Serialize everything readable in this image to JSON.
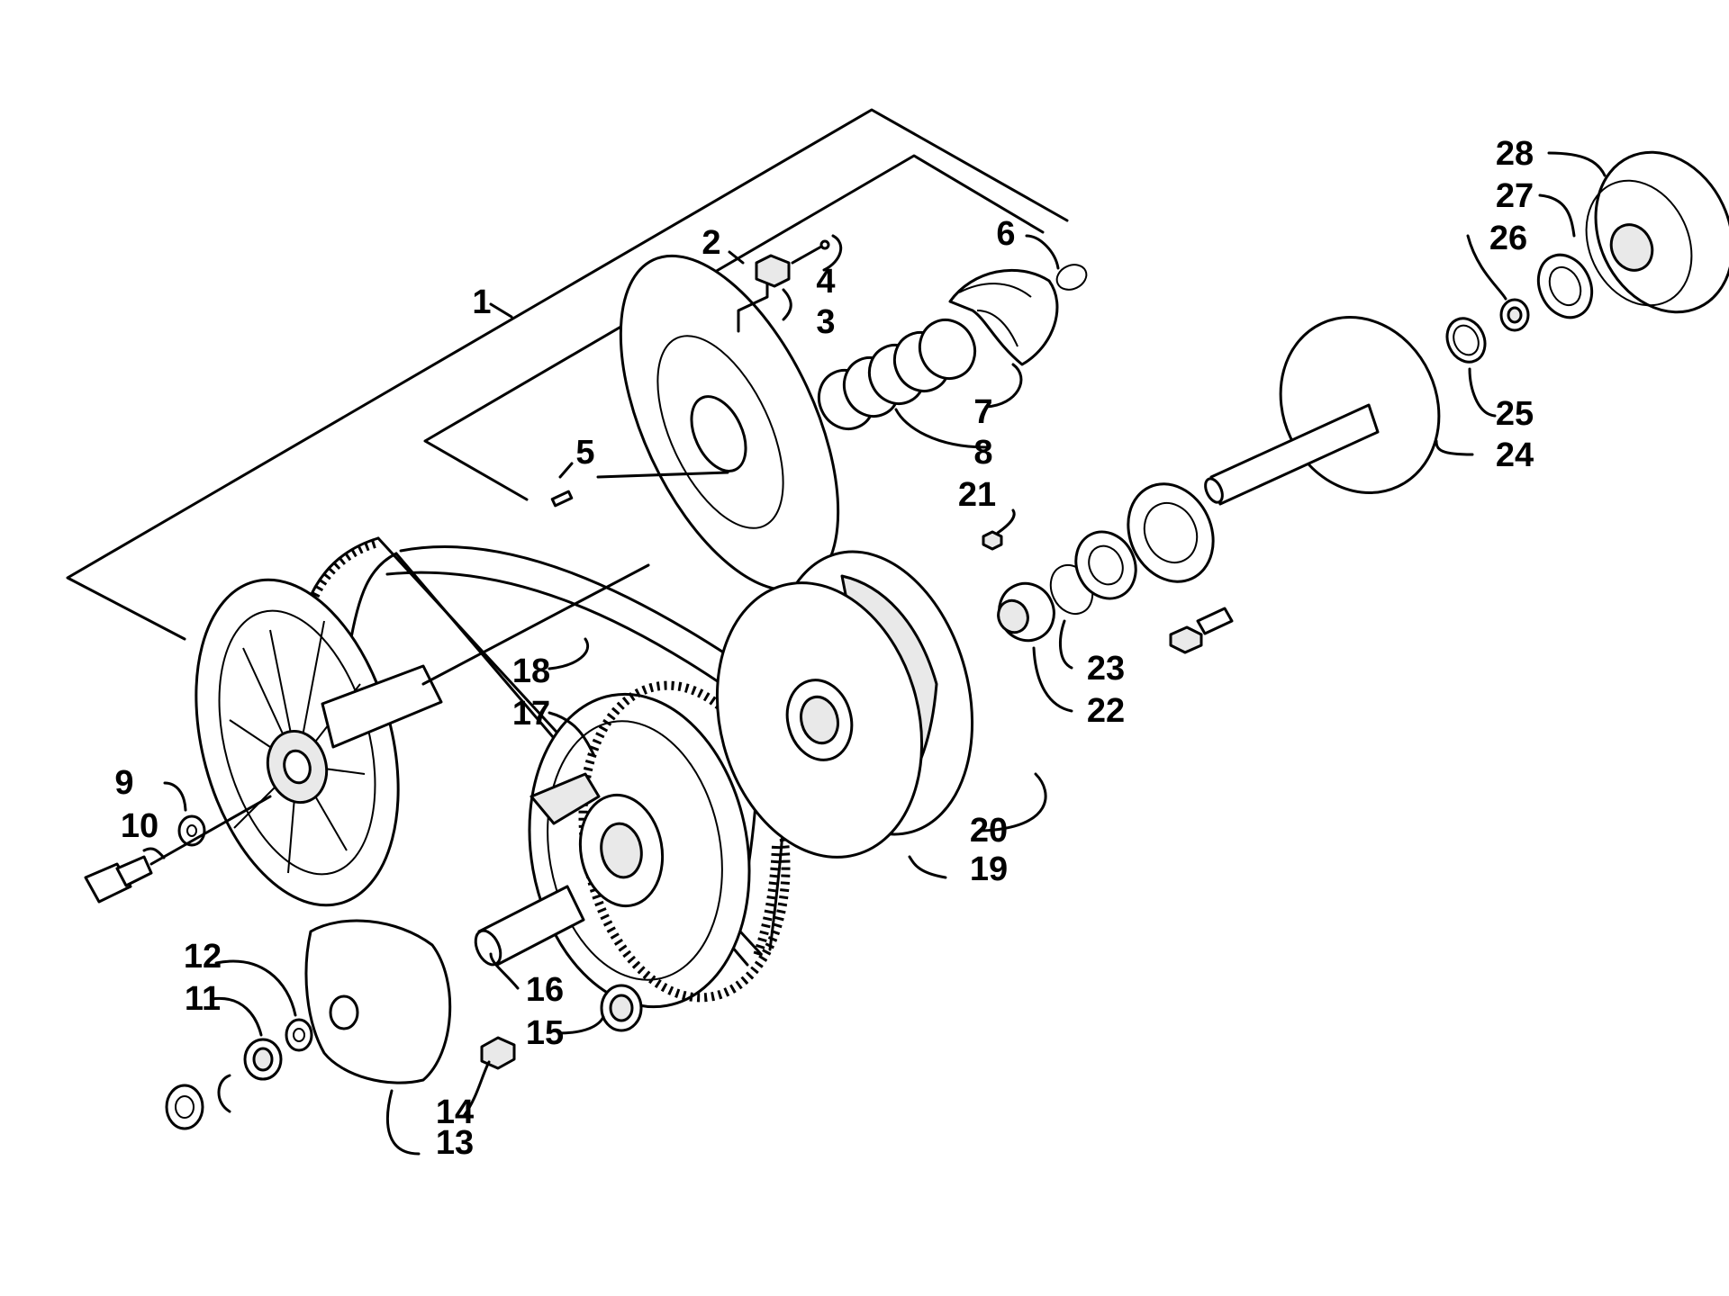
{
  "diagram": {
    "callouts": [
      {
        "id": "1",
        "label": "1"
      },
      {
        "id": "2",
        "label": "2"
      },
      {
        "id": "3",
        "label": "3"
      },
      {
        "id": "4",
        "label": "4"
      },
      {
        "id": "5",
        "label": "5"
      },
      {
        "id": "6",
        "label": "6"
      },
      {
        "id": "7",
        "label": "7"
      },
      {
        "id": "8",
        "label": "8"
      },
      {
        "id": "9",
        "label": "9"
      },
      {
        "id": "10",
        "label": "10"
      },
      {
        "id": "11",
        "label": "11"
      },
      {
        "id": "12",
        "label": "12"
      },
      {
        "id": "13",
        "label": "13"
      },
      {
        "id": "14",
        "label": "14"
      },
      {
        "id": "15",
        "label": "15"
      },
      {
        "id": "16",
        "label": "16"
      },
      {
        "id": "17",
        "label": "17"
      },
      {
        "id": "18",
        "label": "18"
      },
      {
        "id": "19",
        "label": "19"
      },
      {
        "id": "20",
        "label": "20"
      },
      {
        "id": "21",
        "label": "21"
      },
      {
        "id": "22",
        "label": "22"
      },
      {
        "id": "23",
        "label": "23"
      },
      {
        "id": "24",
        "label": "24"
      },
      {
        "id": "25",
        "label": "25"
      },
      {
        "id": "26",
        "label": "26"
      },
      {
        "id": "27",
        "label": "27"
      },
      {
        "id": "28",
        "label": "28"
      }
    ],
    "colors": {
      "ink": "#000000",
      "background": "#ffffff",
      "shade": "#e9e9e9"
    }
  }
}
